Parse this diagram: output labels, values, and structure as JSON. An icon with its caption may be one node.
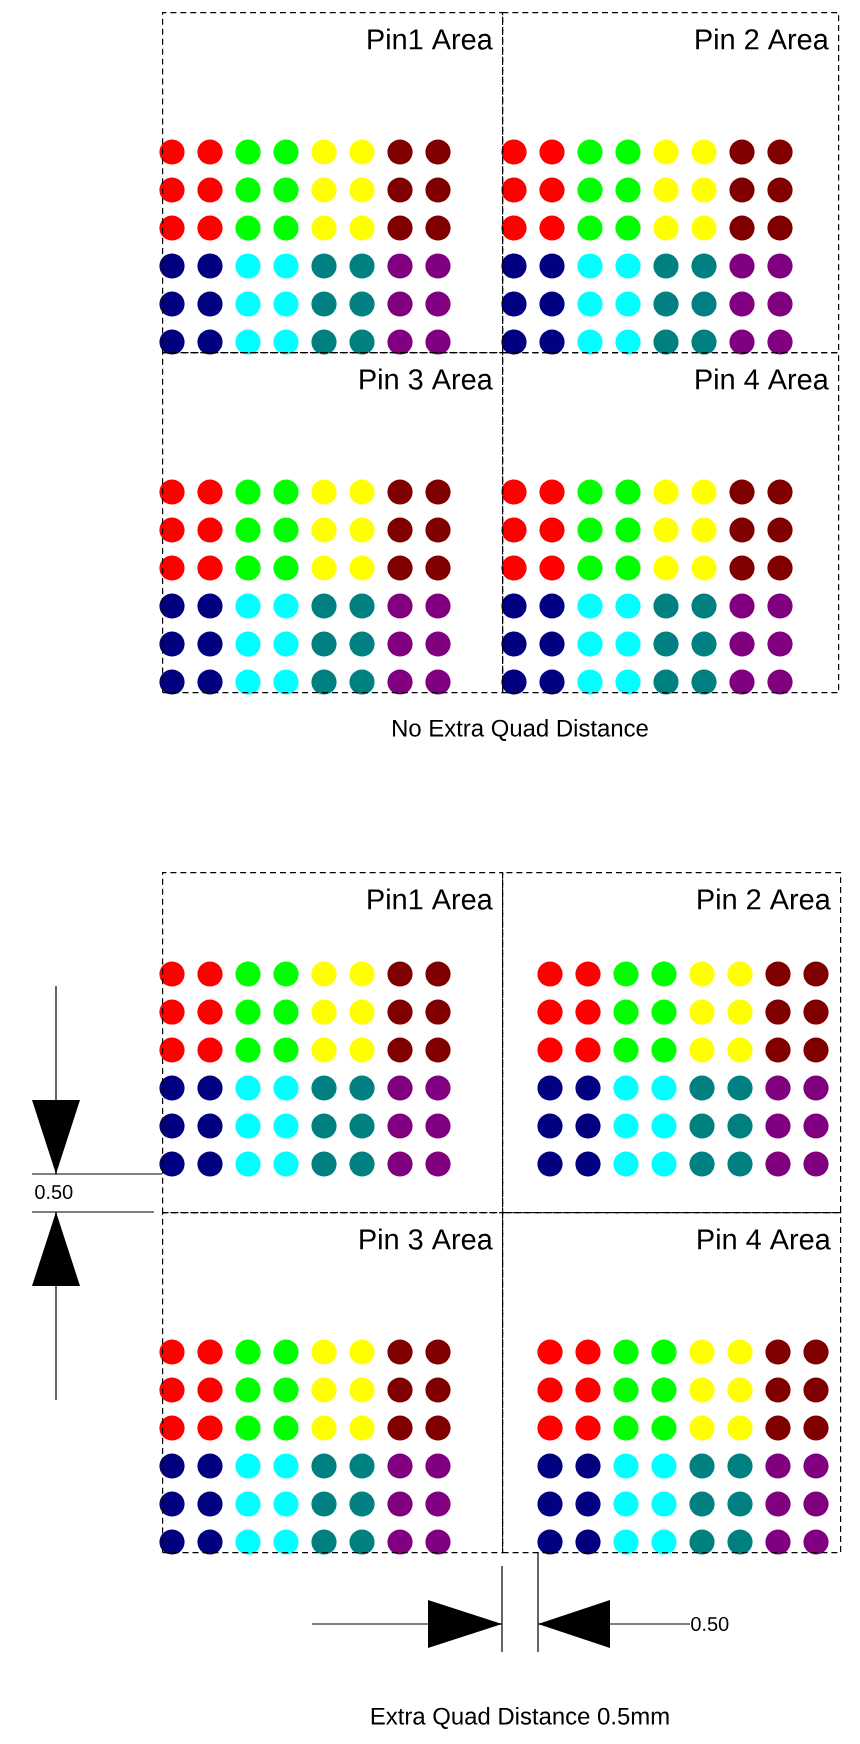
{
  "diagram": {
    "nodes": [
      {
        "text": [
          "Pin1 Area"
        ]
      },
      {
        "text": [
          "Pin 2 Area"
        ]
      },
      {
        "text": [
          "Pin 3 Area"
        ]
      },
      {
        "text": [
          "Pin 4 Area"
        ]
      },
      {
        "text": [
          "Pin1 Area"
        ]
      },
      {
        "text": [
          "Pin 2 Area"
        ]
      },
      {
        "text": [
          "Pin 3 Area"
        ]
      },
      {
        "text": [
          "Pin 4 Area"
        ]
      }
    ],
    "labels": [
      "No Extra Quad Distance",
      "0.50",
      "0.50",
      "Extra Quad Distance 0.5mm"
    ]
  }
}
